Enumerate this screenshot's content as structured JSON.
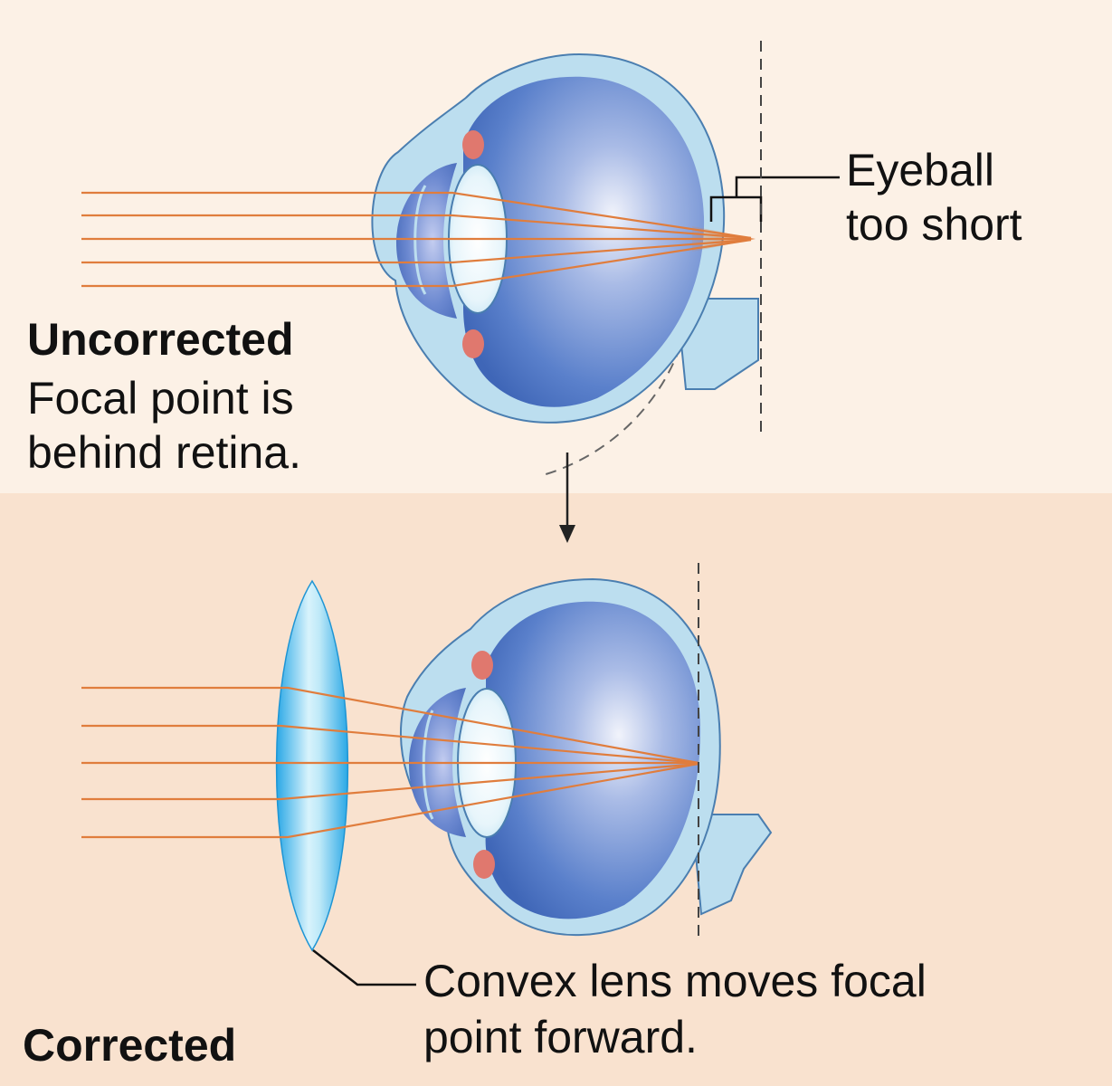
{
  "top_panel": {
    "annotation": [
      "Eyeball",
      "too short"
    ],
    "title": "Uncorrected",
    "description": [
      "Focal point is",
      "behind retina."
    ]
  },
  "bottom_panel": {
    "annotation": [
      "Convex lens moves focal",
      "point forward."
    ],
    "title": "Corrected"
  },
  "colors": {
    "top_background": "#fcf1e6",
    "bottom_background": "#f9e2cf",
    "sclera": "#bcdeef",
    "eye_interior": "#4b73c2",
    "lens": "#eaf7fc",
    "ciliary_body": "#e0786e",
    "light_ray": "#e07d3d",
    "convex_lens": "#3ab8ea"
  }
}
